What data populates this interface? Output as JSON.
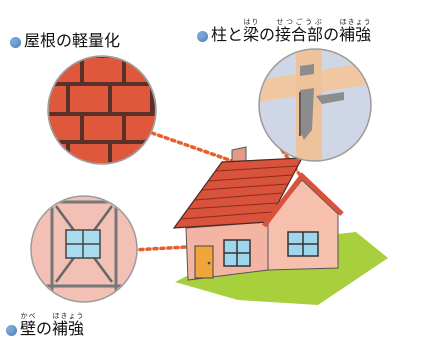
{
  "labels": {
    "roof": {
      "text": "屋根の軽量化"
    },
    "joint": {
      "segments": [
        {
          "text": "柱と"
        },
        {
          "text": "梁",
          "ruby": "はり"
        },
        {
          "text": "の"
        },
        {
          "text": "接合部",
          "ruby": "せつごうぶ"
        },
        {
          "text": "の"
        },
        {
          "text": "補強",
          "ruby": "ほきょう"
        }
      ]
    },
    "wall": {
      "segments": [
        {
          "text": "壁",
          "ruby": "かべ"
        },
        {
          "text": "の"
        },
        {
          "text": "補強",
          "ruby": "ほきょう"
        }
      ]
    }
  },
  "colors": {
    "bullet": "#7aa6d8",
    "circle_fill": "#f2c0b4",
    "connector": "#e5602a",
    "roof": "#d8523c",
    "wall": "#f6bfae",
    "lawn": "#a8cf3c",
    "door": "#f0a53a",
    "window": "#9fd6ec"
  }
}
